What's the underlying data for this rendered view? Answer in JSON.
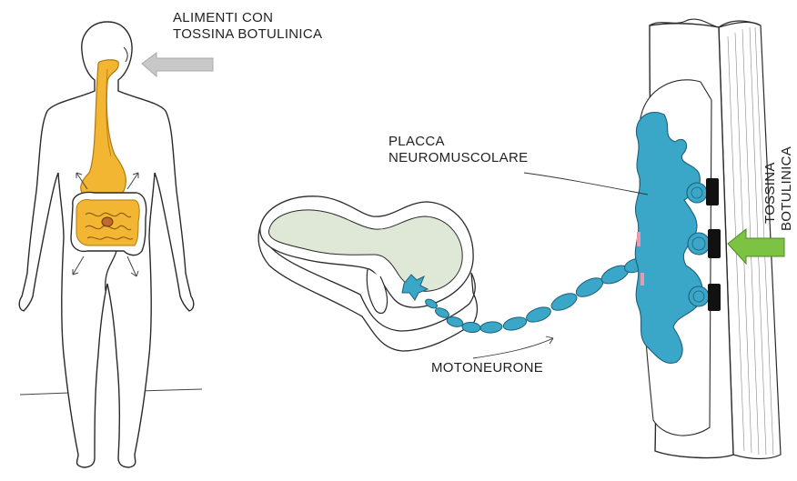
{
  "labels": {
    "food_line1": "ALIMENTI CON",
    "food_line2": "TOSSINA BOTULINICA",
    "plate_line1": "PLACCA",
    "plate_line2": "NEUROMUSCOLARE",
    "motoneuron": "MOTONEURONE",
    "toxin_line1": "TOSSINA",
    "toxin_line2": "BOTULINICA"
  },
  "colors": {
    "outline": "#2a2a2a",
    "digestive": "#f2b632",
    "neuron": "#3aa6c8",
    "grey_matter": "#dfe8d6",
    "toxin_arrow": "#7cc243",
    "food_arrow": "#c8c8c8",
    "toxin_block": "#111111"
  },
  "icons": {
    "food_arrow": "arrow-left-icon",
    "toxin_arrow": "arrow-left-icon"
  }
}
